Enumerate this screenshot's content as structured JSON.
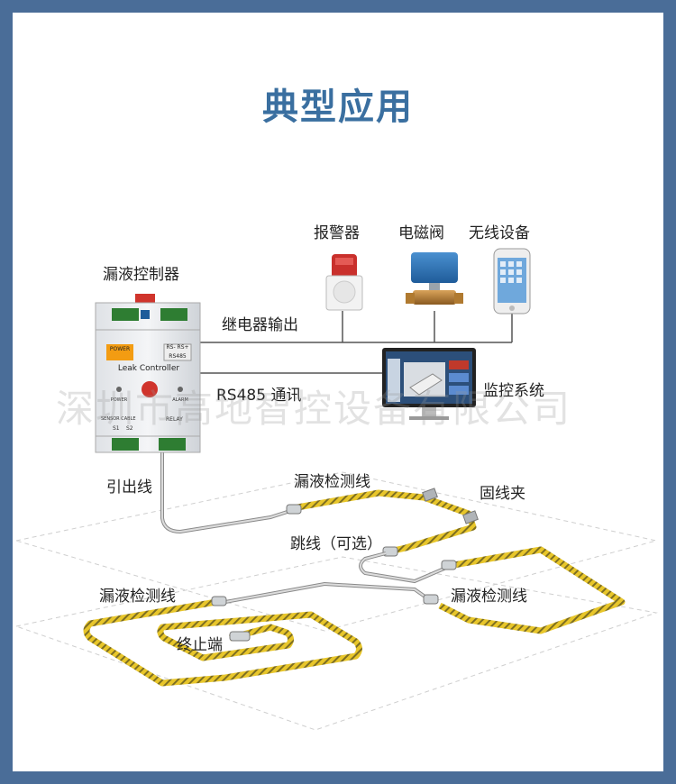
{
  "title": "典型应用",
  "watermark": "深圳市高地智控设备有限公司",
  "labels": {
    "controller": "漏液控制器",
    "alarm": "报警器",
    "valve": "电磁阀",
    "wireless": "无线设备",
    "relay_output": "继电器输出",
    "rs485": "RS485 通讯",
    "monitor": "监控系统",
    "lead_wire": "引出线",
    "sensing_cable_top": "漏液检测线",
    "clip": "固线夹",
    "jumper": "跳线（可选）",
    "sensing_cable_left": "漏液检测线",
    "sensing_cable_right": "漏液检测线",
    "terminal": "终止端"
  },
  "device": {
    "brand": "Leak Controller",
    "power": "POWER",
    "rs485_port": "RS- RS+",
    "rs485_label": "RS485",
    "sensor_cable": "SENSOR CABLE",
    "s1": "S1",
    "s2": "S2",
    "relay": "RELAY",
    "alarm_led": "ALARM",
    "power_led": "POWER"
  },
  "colors": {
    "title": "#3a6fa0",
    "frame": "#4a6d98",
    "cable_yellow": "#e8c62a",
    "cable_stripe": "#8a7a2a",
    "wire": "#5a5a5a"
  }
}
